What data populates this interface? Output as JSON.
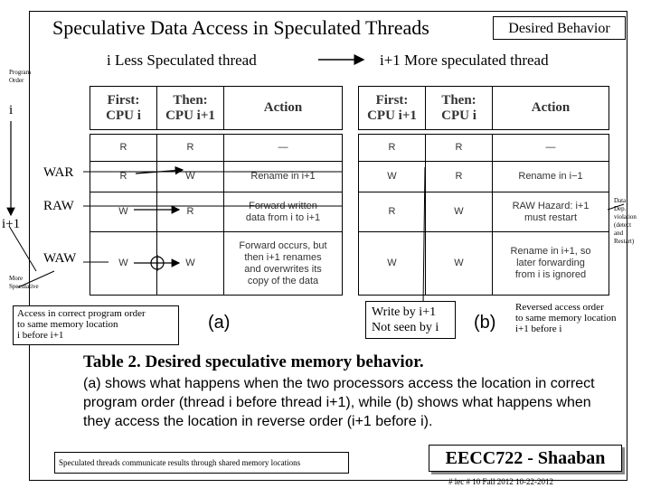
{
  "title": "Speculative Data Access in Speculated Threads",
  "badge": "Desired Behavior",
  "left_heading": "i  Less Speculated thread",
  "right_heading": "i+1  More speculated thread",
  "program_order": [
    "Program",
    "Order"
  ],
  "thread_i": "i",
  "thread_i1": "i+1",
  "hazards": {
    "war": "WAR",
    "raw": "RAW",
    "waw": "WAW"
  },
  "more_speculative": [
    "More",
    "Speculative"
  ],
  "table_a": {
    "headers": {
      "first": [
        "First:",
        "CPU i"
      ],
      "then": [
        "Then:",
        "CPU i+1"
      ],
      "action": "Action"
    },
    "rows": [
      {
        "first": "R",
        "then": "R",
        "action": [
          "—"
        ]
      },
      {
        "first": "R",
        "then": "W",
        "action": [
          "Rename in i+1"
        ]
      },
      {
        "first": "W",
        "then": "R",
        "action": [
          "Forward written",
          "data from i to i+1"
        ]
      },
      {
        "first": "W",
        "then": "W",
        "action": [
          "Forward occurs, but",
          "then i+1 renames",
          "and overwrites its",
          "copy of the data"
        ]
      }
    ]
  },
  "table_b": {
    "headers": {
      "first": [
        "First:",
        "CPU i+1"
      ],
      "then": [
        "Then:",
        "CPU i"
      ],
      "action": "Action"
    },
    "rows": [
      {
        "first": "R",
        "then": "R",
        "action": [
          "—"
        ]
      },
      {
        "first": "W",
        "then": "R",
        "action": [
          "Rename in i−1"
        ]
      },
      {
        "first": "R",
        "then": "W",
        "action": [
          "RAW Hazard: i+1",
          "must restart"
        ]
      },
      {
        "first": "W",
        "then": "W",
        "action": [
          "Rename in i+1, so",
          "later forwarding",
          "from i is ignored"
        ]
      }
    ]
  },
  "data_dep": [
    "Data",
    "Dep.",
    "violation",
    "(detect",
    "and",
    "Restart)"
  ],
  "note_a": [
    "Access in correct program order",
    "to same memory location",
    " i before i+1"
  ],
  "label_a": "(a)",
  "note_write": [
    "Write by i+1",
    "Not seen by i"
  ],
  "label_b": "(b)",
  "note_b": [
    "Reversed access order",
    "to same memory location",
    "i+1  before i"
  ],
  "caption": "Table 2.   Desired speculative memory behavior.",
  "paragraph": "(a) shows what happens when the two processors access the location in correct program order (thread i before thread i+1), while (b) shows what happens when they access the location in reverse order (i+1 before i).",
  "footnote": "Speculated threads communicate results through shared memory locations",
  "course": "EECC722 - Shaaban",
  "footer": "#  lec # 10   Fall 2012   10-22-2012"
}
